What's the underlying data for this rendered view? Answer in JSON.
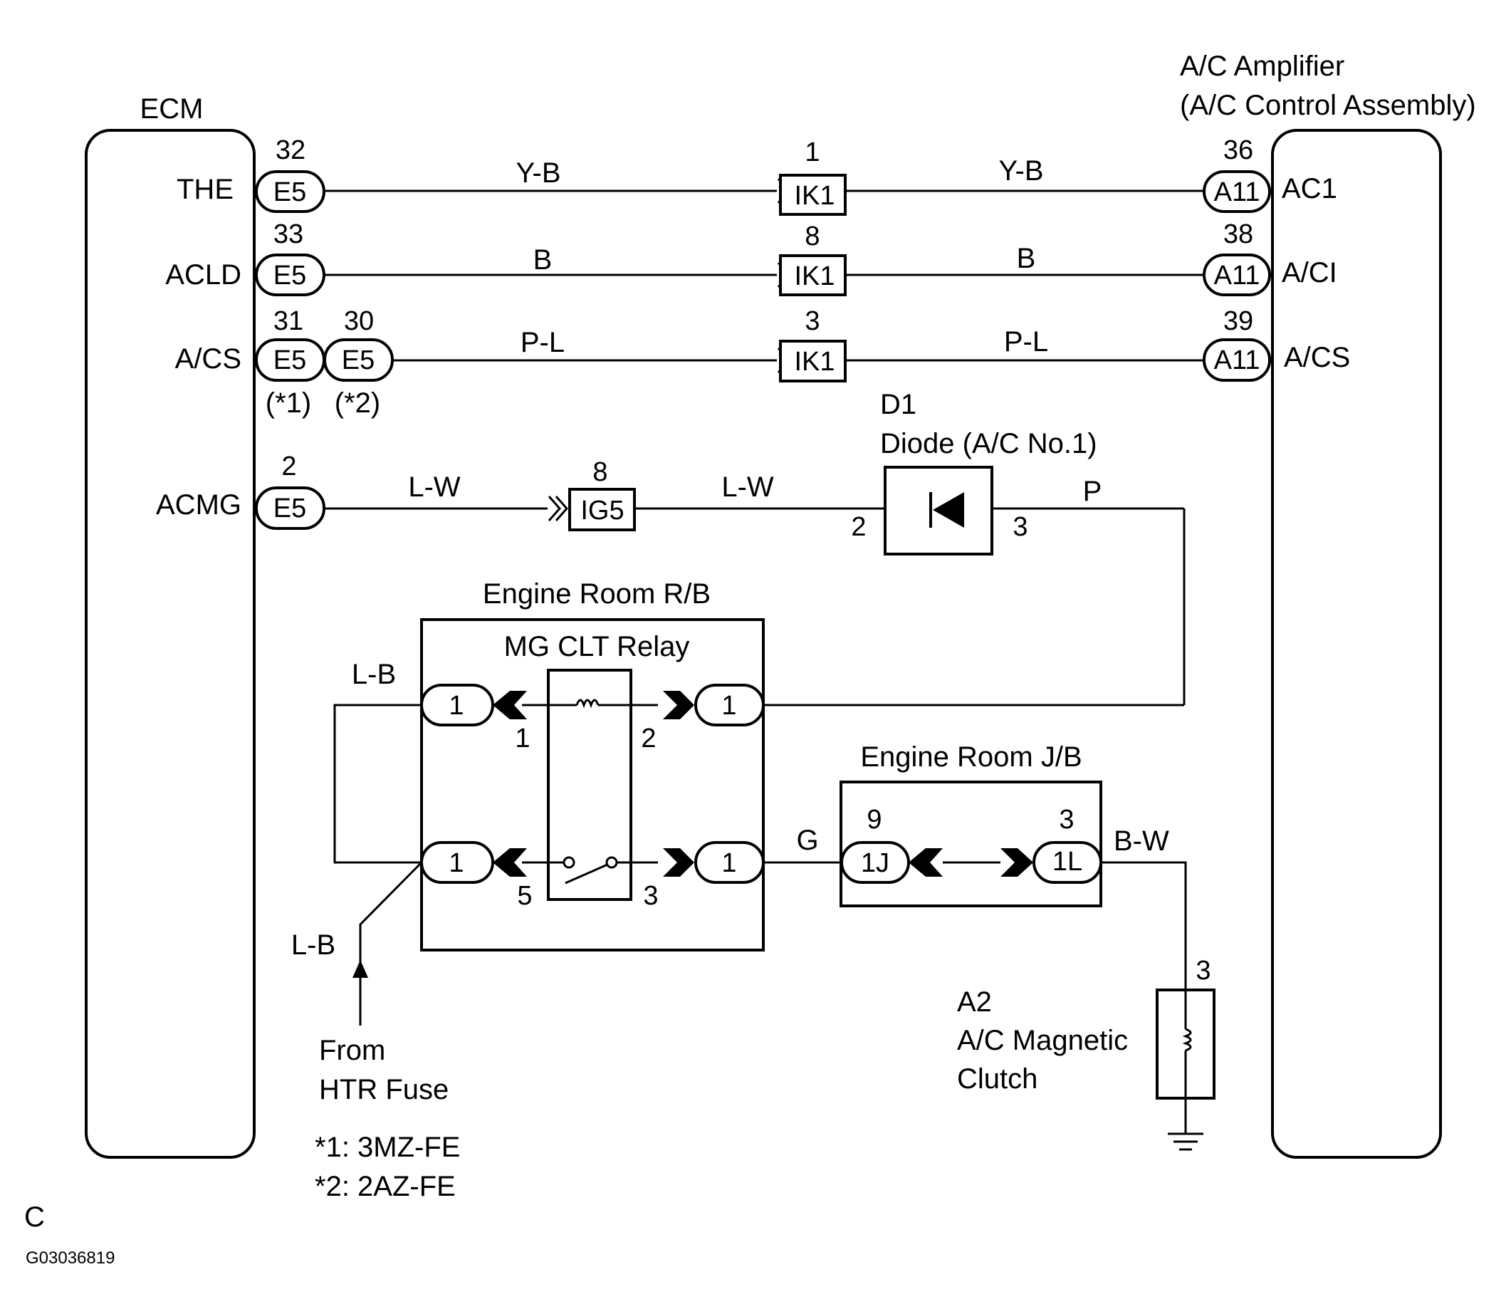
{
  "modules": {
    "ecm": "ECM",
    "amp_line1": "A/C Amplifier",
    "amp_line2": "(A/C Control Assembly)",
    "diode_id": "D1",
    "diode_name": "Diode (A/C No.1)",
    "rb": "Engine Room R/B",
    "relay": "MG CLT Relay",
    "jb": "Engine Room J/B",
    "clutch_id": "A2",
    "clutch_line1": "A/C Magnetic",
    "clutch_line2": "Clutch",
    "from1": "From",
    "from2": "HTR Fuse"
  },
  "ecm_terms": [
    "THE",
    "ACLD",
    "A/CS",
    "ACMG"
  ],
  "amp_terms": [
    "AC1",
    "A/CI",
    "A/CS"
  ],
  "wires": {
    "r1": "Y-B",
    "r2": "B",
    "r3": "P-L",
    "r4": "L-W",
    "p": "P",
    "lb": "L-B",
    "g": "G",
    "bw": "B-W"
  },
  "connectors": {
    "e5": "E5",
    "ik1": "IK1",
    "a11": "A11",
    "ig5": "IG5",
    "one": "1",
    "j1": "1J",
    "l1": "1L"
  },
  "pins": {
    "e5_the": "32",
    "e5_acld": "33",
    "e5_acs1": "31",
    "e5_acs2": "30",
    "e5_acmg": "2",
    "ik1_r1": "1",
    "ik1_r2": "8",
    "ik1_r3": "3",
    "a11_r1": "36",
    "a11_r2": "38",
    "a11_r3": "39",
    "ig5": "8",
    "diode_in": "2",
    "diode_out": "3",
    "relay_1": "1",
    "relay_2": "2",
    "relay_5": "5",
    "relay_3": "3",
    "jb_1j": "9",
    "jb_1l": "3",
    "clutch": "3"
  },
  "notes": {
    "n1_ref": "(*1)",
    "n2_ref": "(*2)",
    "n1": "*1:  3MZ-FE",
    "n2": "*2:  2AZ-FE"
  },
  "footer": {
    "letter": "C",
    "code": "G03036819"
  }
}
